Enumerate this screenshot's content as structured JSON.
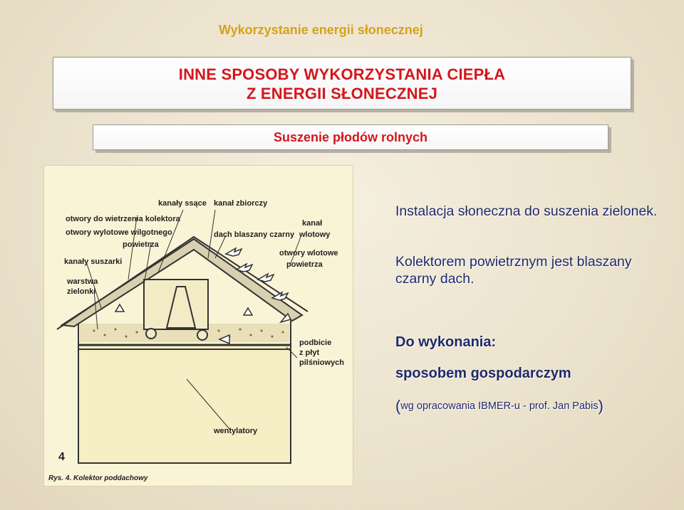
{
  "header": {
    "title": "Wykorzystanie energii słonecznej"
  },
  "title_box": {
    "line1": "INNE SPOSOBY WYKORZYSTANIA CIEPŁA",
    "line2": "Z ENERGII SŁONECZNEJ"
  },
  "subtitle_box": {
    "text": "Suszenie płodów  rolnych"
  },
  "figure": {
    "labels": {
      "kanaly_ssace": "kanały ssące",
      "kanal_zbiorczy": "kanał zbiorczy",
      "otwory_kolektora": "otwory do wietrzenia kolektora",
      "otwory_wylotowe_wilgotnego": "otwory wylotowe wilgotnego",
      "powietrza": "powietrza",
      "dach_blaszany": "dach blaszany czarny",
      "kanal": "kanał",
      "wlotowy": "wlotowy",
      "otwory_wlotowe": "otwory wlotowe",
      "powietrza2": "powietrza",
      "kanaly_suszarki": "kanały suszarki",
      "warstwa": "warstwa",
      "zielonki": "zielonki",
      "podbicie": "podbicie",
      "z_plyt": "z płyt",
      "pilsniowych": "pilśniowych",
      "wentylatory": "wentylatory",
      "page_num": "4"
    },
    "caption": "Rys. 4.  Kolektor poddachowy"
  },
  "description": {
    "paragraph1": "Instalacja słoneczna do suszenia zielonek.",
    "paragraph2": "Kolektorem powietrznym jest blaszany czarny dach."
  },
  "todo_heading": "Do wykonania:",
  "method": "sposobem gospodarczym",
  "credit": {
    "open": "(",
    "text": "wg opracowania  IBMER-u   - prof.  Jan Pabis",
    "close": ")"
  },
  "colors": {
    "header": "#d6a21a",
    "title_red": "#d4161c",
    "body_text": "#1e2a6a",
    "figure_bg": "#faf4d7"
  }
}
